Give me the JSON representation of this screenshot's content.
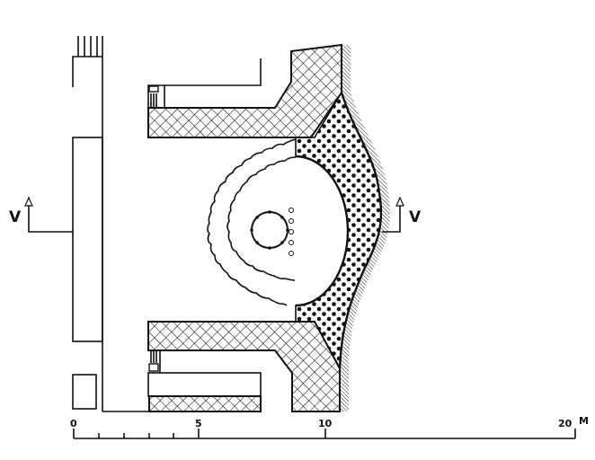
{
  "section_markers": {
    "left": "V",
    "right": "V"
  },
  "scale": {
    "labels": [
      "0",
      "5",
      "10",
      "20"
    ],
    "unit": "M"
  },
  "colors": {
    "ink": "#111111",
    "paper": "#ffffff"
  }
}
